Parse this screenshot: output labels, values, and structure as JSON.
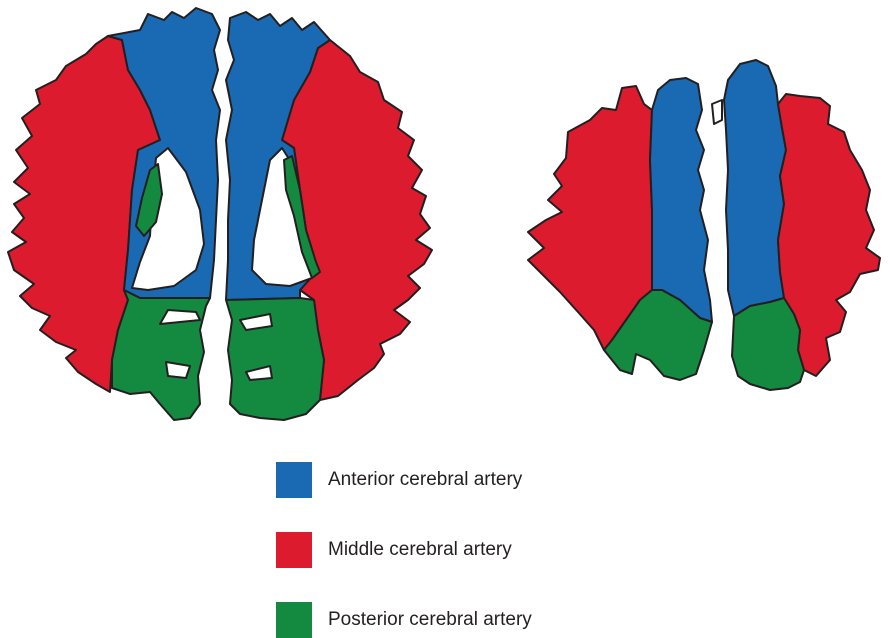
{
  "colors": {
    "anterior": "#1a6ab3",
    "middle": "#dc1c2e",
    "posterior": "#138a3f",
    "outline": "#231f20",
    "ventricle": "#ffffff"
  },
  "legend": [
    {
      "label": "Anterior cerebral artery",
      "color": "#1a6ab3"
    },
    {
      "label": "Middle cerebral artery",
      "color": "#dc1c2e"
    },
    {
      "label": "Posterior cerebral artery",
      "color": "#138a3f"
    }
  ]
}
